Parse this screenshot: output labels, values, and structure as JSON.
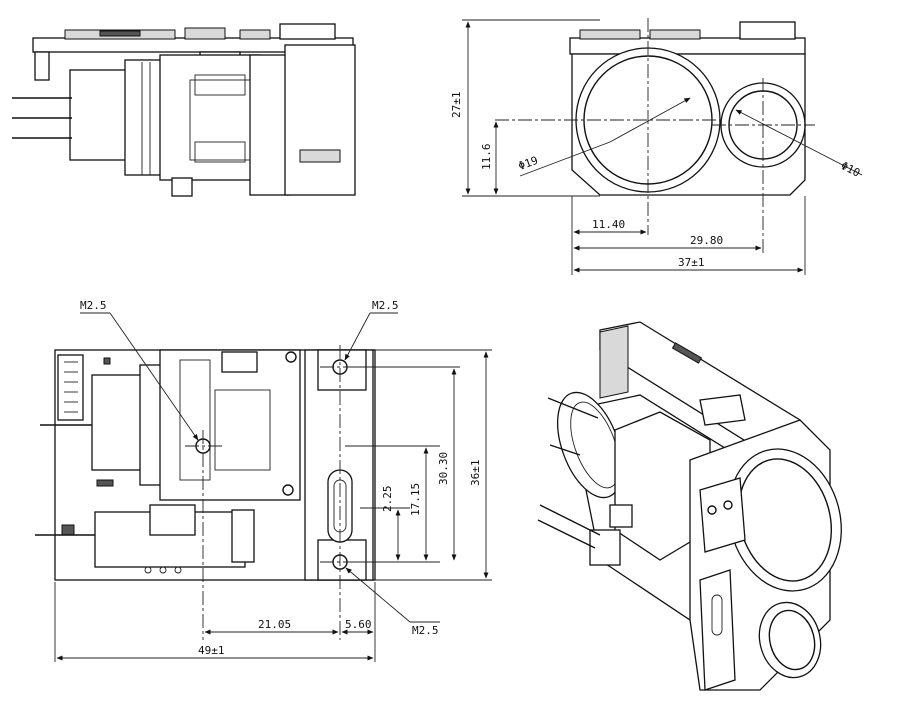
{
  "drawing": {
    "side_view": {},
    "front_view": {
      "height_dim": "27±1",
      "axis_height_dim": "11.6",
      "main_lens_dia": "Φ19",
      "small_lens_dia": "Φ10",
      "axis_offset_1": "11.40",
      "axis_offset_2": "29.80",
      "width_dim": "37±1"
    },
    "top_view": {
      "hole_label_left": "M2.5",
      "hole_label_top": "M2.5",
      "hole_label_bottom": "M2.5",
      "dim_2_25": "2.25",
      "dim_17_15": "17.15",
      "dim_30_30": "30.30",
      "height_dim": "36±1",
      "dim_21_05": "21.05",
      "dim_5_60": "5.60",
      "length_dim": "49±1"
    },
    "iso_view": {}
  },
  "colors": {
    "line": "#111111",
    "background": "#ffffff"
  }
}
